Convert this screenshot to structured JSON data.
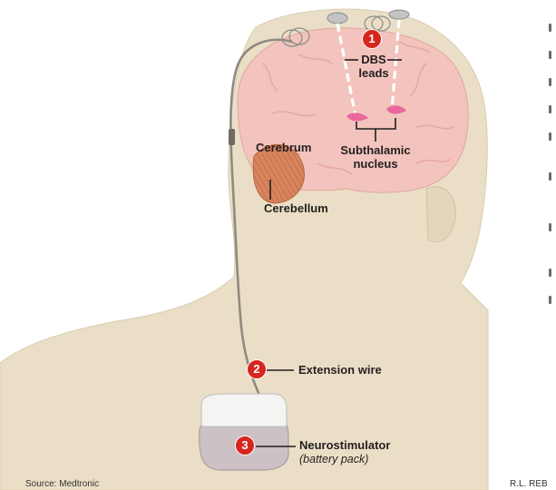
{
  "labels": {
    "dbs_leads_line1": "DBS",
    "dbs_leads_line2": "leads",
    "cerebrum": "Cerebrum",
    "subthalamic_line1": "Subthalamic",
    "subthalamic_line2": "nucleus",
    "cerebellum": "Cerebellum",
    "extension_wire": "Extension wire",
    "neurostimulator": "Neurostimulator",
    "neurostimulator_sub": "(battery pack)"
  },
  "badges": {
    "one": "1",
    "two": "2",
    "three": "3"
  },
  "credits": {
    "source": "Source: Medtronic",
    "artist": "R.L. REB"
  },
  "colors": {
    "body": "#eadfc6",
    "brain": "#f2c4bd",
    "cerebellum": "#d7845f",
    "nucleus": "#e9689e",
    "badge": "#d7261e",
    "device": "#ccc1c4",
    "wire": "#8f8a80"
  }
}
